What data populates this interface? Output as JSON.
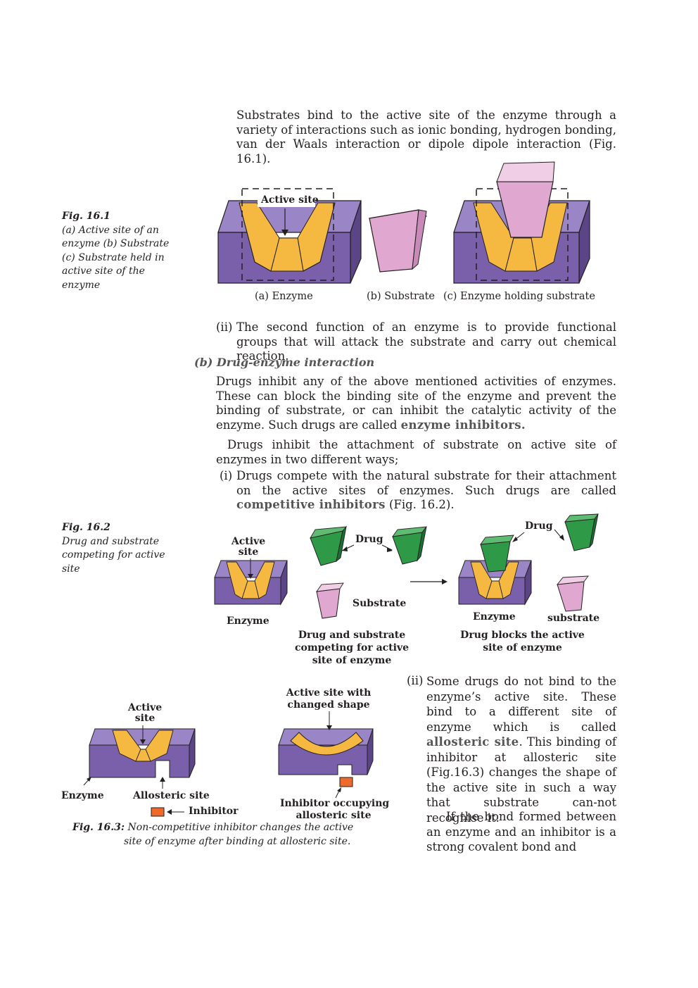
{
  "intro_paragraph": "Substrates bind to the active site of the enzyme through a variety of interactions such as ionic bonding, hydrogen bonding, van der Waals interaction or dipole dipole interaction (Fig. 16.1).",
  "fig1": {
    "caption_num": "Fig. 16.1",
    "caption_lines": [
      "(a) Active site of an",
      "enzyme (b) Substrate",
      "(c) Substrate held in",
      "active site of the",
      "enzyme"
    ],
    "active_site_label": "Active site",
    "label_a": "(a) Enzyme",
    "label_b": "(b) Substrate",
    "label_c": "(c) Enzyme holding substrate"
  },
  "point_ii_marker": "(ii)",
  "point_ii_text": "The second function of an enzyme is to provide functional groups that will attack the substrate and carry out chemical reaction.",
  "section_b_heading": "(b) Drug-enzyme interaction",
  "para_drugs_1": "Drugs inhibit any of the above mentioned activities of enzymes. These can block the binding site of the enzyme and prevent the binding of substrate, or can inhibit the catalytic activity of the enzyme. Such drugs are called ",
  "para_drugs_1_bold": "enzyme inhibitors.",
  "para_drugs_2": "Drugs inhibit the attachment of substrate on active site of enzymes in two different ways;",
  "point_i_marker": "(i)",
  "point_i_text": "Drugs compete with the natural substrate for their attachment on the active sites of enzymes. Such drugs are called ",
  "point_i_bold": "competitive inhibitors",
  "point_i_tail": " (Fig. 16.2).",
  "fig2": {
    "caption_num": "Fig. 16.2",
    "caption_lines": [
      "Drug and substrate",
      "competing for active",
      "site"
    ],
    "active_site_label_1": "Active",
    "active_site_label_2": "site",
    "drug_label": "Drug",
    "substrate_label": "Substrate",
    "enzyme_label": "Enzyme",
    "competing_lines": [
      "Drug and substrate",
      "competing for active",
      "site of enzyme"
    ],
    "drug_label_right": "Drug",
    "enzyme_label_right": "Enzyme",
    "substrate_label_right": "substrate",
    "blocks_lines": [
      "Drug blocks the active",
      "site of enzyme"
    ]
  },
  "fig3": {
    "active_site_1": "Active",
    "active_site_2": "site",
    "enzyme_label": "Enzyme",
    "allosteric_label": "Allosteric site",
    "inhibitor_label": "Inhibitor",
    "changed_1": "Active site with",
    "changed_2": "changed shape",
    "occupying_1": "Inhibitor occupying",
    "occupying_2": "allosteric site",
    "caption_num": "Fig. 16.3:",
    "caption_line1": "Non-competitive inhibitor changes the active",
    "caption_line2": "site of enzyme after binding at allosteric site."
  },
  "point_ii2_marker": "(ii)",
  "point_ii2_text": "Some drugs do not bind to the enzyme’s active site. These bind to a different site of enzyme which is called ",
  "point_ii2_bold": "allosteric site",
  "point_ii2_tail": ". This binding of inhibitor at allosteric site (Fig.16.3) changes the shape of the active site in such a way that substrate can-not recognise it.",
  "last_para": "If the bond formed between an enzyme and an inhibitor is a strong covalent bond and",
  "colors": {
    "enzyme": "#7a60aa",
    "enzyme_dark": "#5b4587",
    "site": "#f5b942",
    "substrate": "#e0a8d0",
    "drug": "#2e9a48",
    "inhibitor": "#ef6a2a"
  }
}
